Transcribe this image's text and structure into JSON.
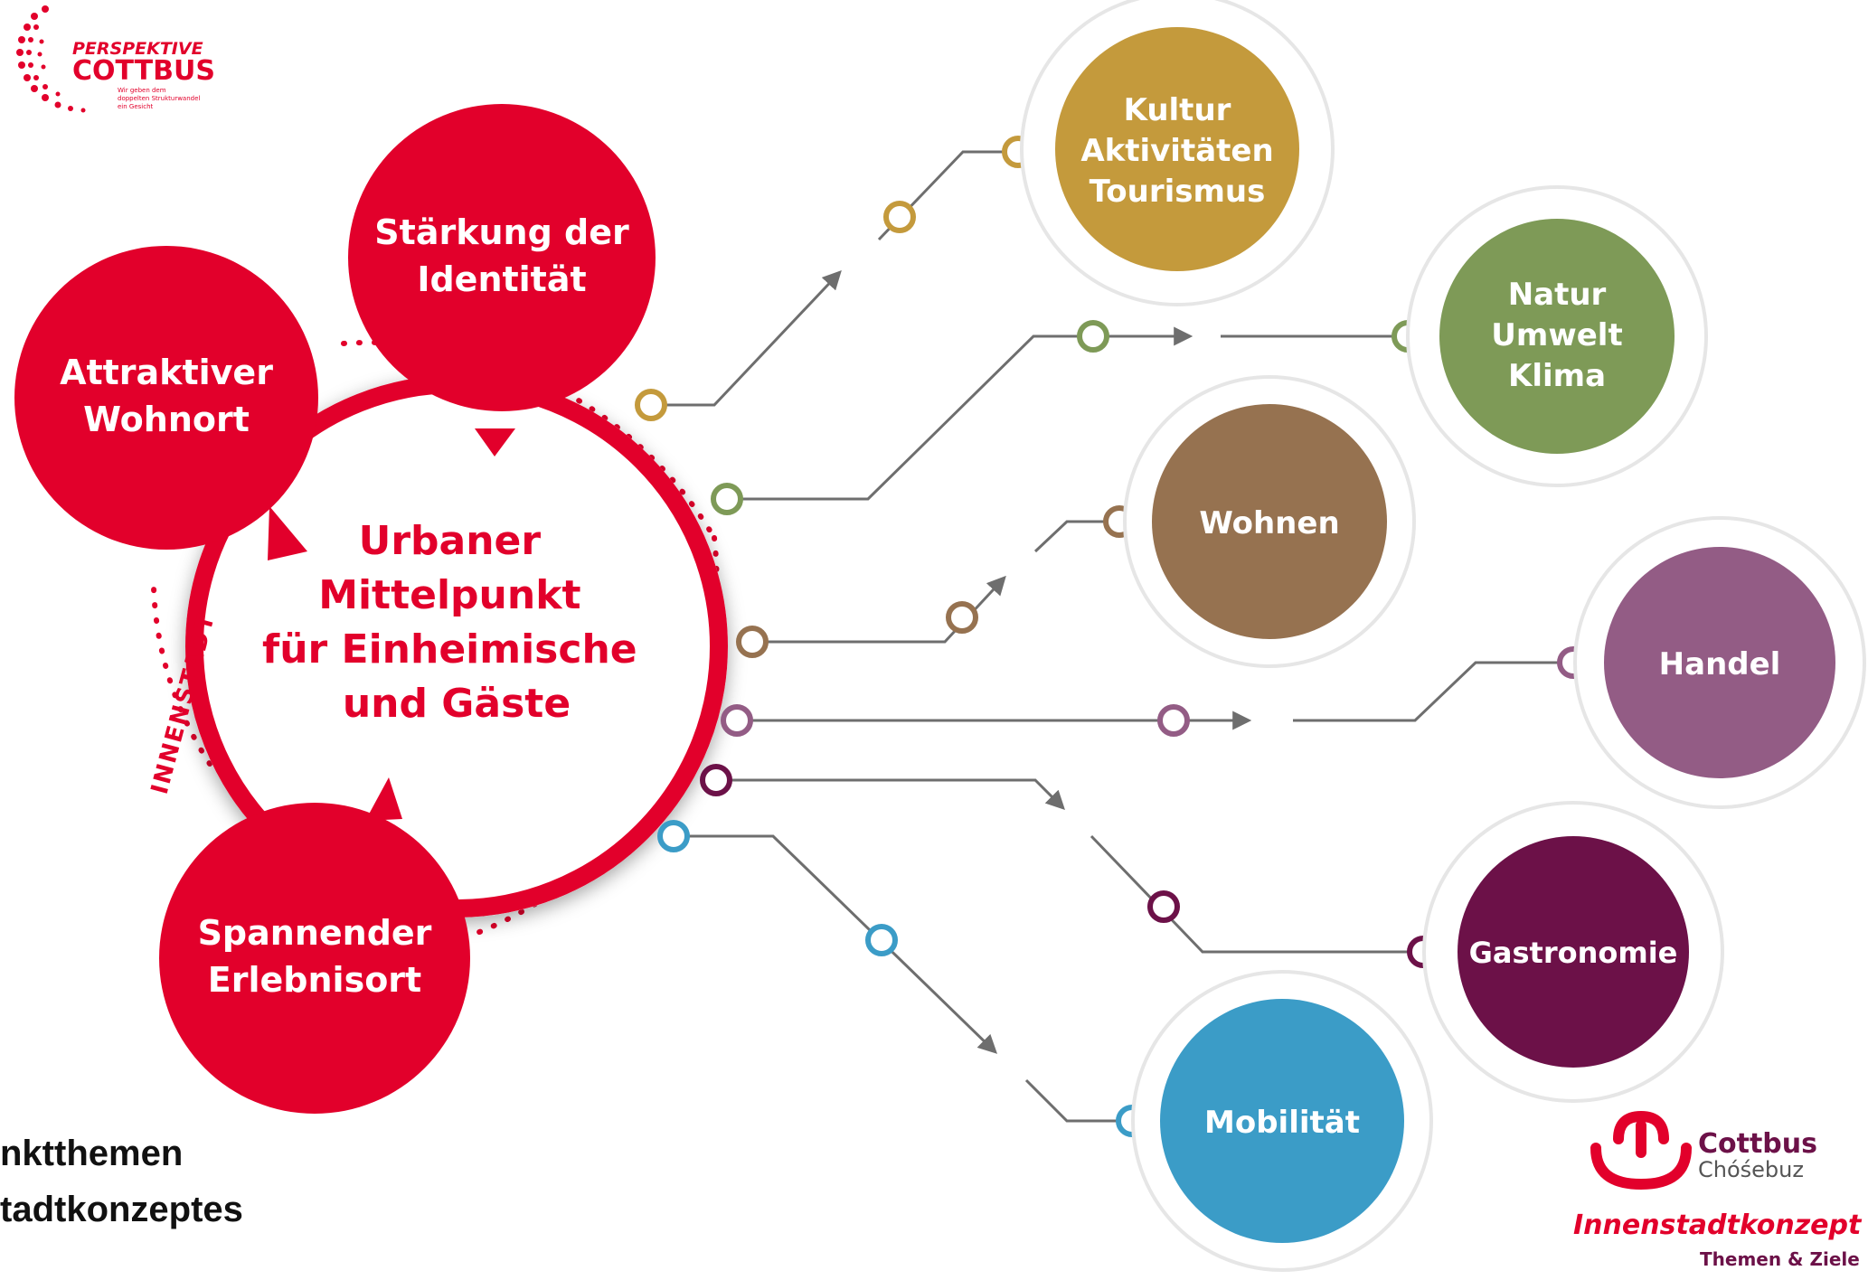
{
  "logo_top": {
    "line1": "PERSPEKTIVE",
    "line2": "COTTBUS",
    "tagline": [
      "Wir geben dem",
      "doppelten Strukturwandel",
      "ein Gesicht"
    ]
  },
  "pillars": [
    {
      "id": "identitaet",
      "lines": [
        "Stärkung der",
        "Identität"
      ]
    },
    {
      "id": "wohnort",
      "lines": [
        "Attraktiver",
        "Wohnort"
      ]
    },
    {
      "id": "erlebnisort",
      "lines": [
        "Spannender",
        "Erlebnisort"
      ]
    }
  ],
  "center": {
    "lines": [
      "Urbaner",
      "Mittelpunkt",
      "für Einheimische",
      "und Gäste"
    ]
  },
  "ring_label": "INNENSTADT",
  "themes": [
    {
      "id": "kultur",
      "lines": [
        "Kultur",
        "Aktivitäten",
        "Tourismus"
      ],
      "color": "#c49a3c"
    },
    {
      "id": "natur",
      "lines": [
        "Natur",
        "Umwelt",
        "Klima"
      ],
      "color": "#7e9a57"
    },
    {
      "id": "wohnen",
      "lines": [
        "Wohnen"
      ],
      "color": "#967250"
    },
    {
      "id": "handel",
      "lines": [
        "Handel"
      ],
      "color": "#935c85"
    },
    {
      "id": "gastronomie",
      "lines": [
        "Gastronomie"
      ],
      "color": "#6c1148"
    },
    {
      "id": "mobilitaet",
      "lines": [
        "Mobilität"
      ],
      "color": "#3b9cc7"
    }
  ],
  "footer": {
    "line1": "nktthemen",
    "line2": "tadtkonzeptes"
  },
  "logo_br": {
    "name": "Cottbus",
    "name2": "Chóśebuz",
    "title": "Innenstadtkonzept",
    "subtitle": "Themen & Ziele"
  },
  "colors": {
    "brand_red": "#e2002b",
    "connector": "#6e6e6e",
    "ring": "#e9e9e9"
  }
}
